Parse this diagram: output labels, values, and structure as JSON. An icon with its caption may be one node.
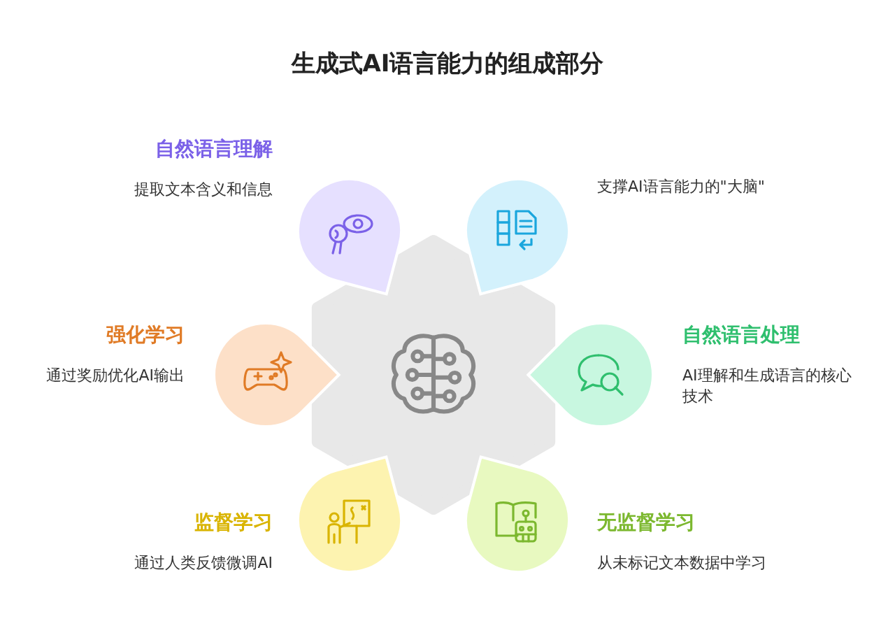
{
  "diagram": {
    "title": "生成式AI语言能力的组成部分",
    "nodes": [
      {
        "text": [],
        "shape": "hexagon"
      },
      {
        "text": [
          "自然语言理解",
          "提取文本含义和信息"
        ]
      },
      {
        "text": [
          "支撑AI语言能力的\"大脑\""
        ]
      },
      {
        "text": [
          "强化学习",
          "通过奖励优化AI输出"
        ]
      },
      {
        "text": [
          "自然语言处理",
          "AI理解和生成语言的核心技术"
        ]
      },
      {
        "text": [
          "监督学习",
          "通过人类反馈微调AI"
        ]
      },
      {
        "text": [
          "无监督学习",
          "从未标记文本数据中学习"
        ]
      }
    ]
  }
}
